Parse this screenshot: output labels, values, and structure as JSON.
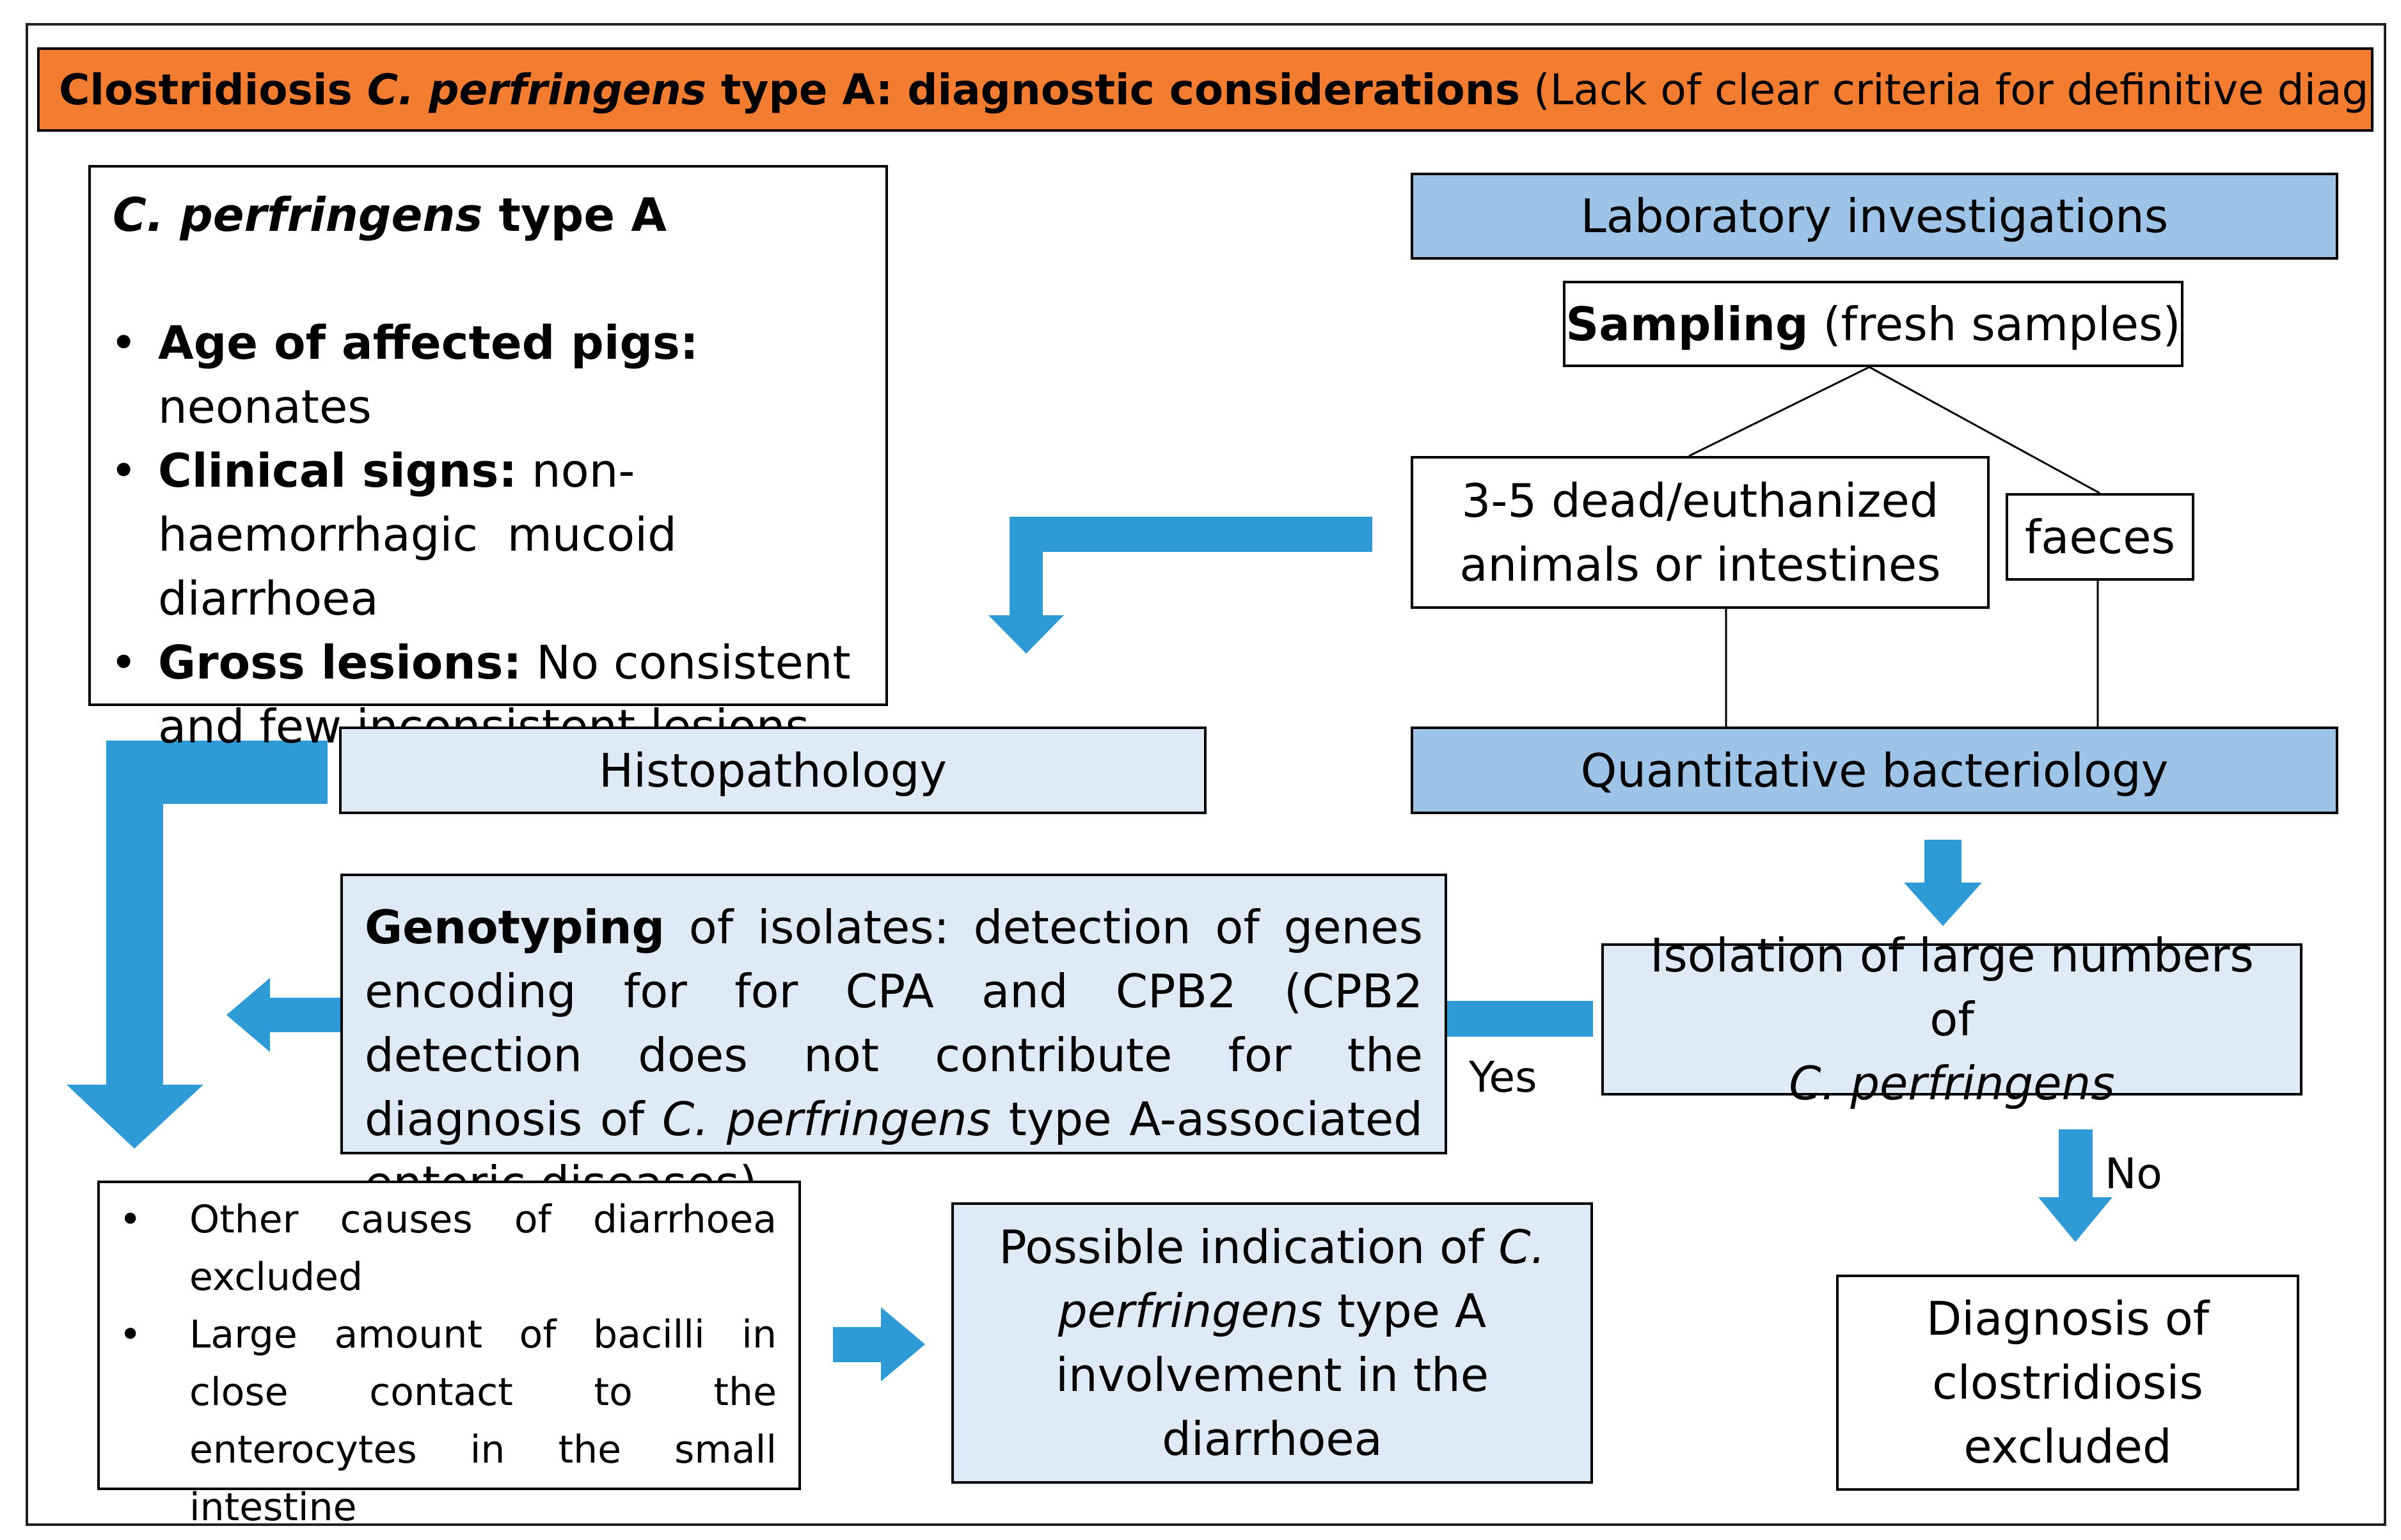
{
  "title": {
    "prefix": "Clostridiosis ",
    "organism": "C. perfringens",
    "middle": " type A: diagnostic considerations",
    "note": " (Lack of clear criteria for definitive diagnosis)"
  },
  "criteria_box": {
    "heading_organism": "C. perfringens",
    "heading_rest": " type A",
    "items": [
      {
        "label": "Age of affected pigs:",
        "text": " neonates"
      },
      {
        "label": "Clinical signs:",
        "text": " non-haemorrhagic  mucoid diarrhoea"
      },
      {
        "label": "Gross lesions:",
        "text": " No consistent and few inconsistent lesions"
      }
    ]
  },
  "lab_header": "Laboratory investigations",
  "sampling": {
    "label": "Sampling",
    "text": " (fresh samples)"
  },
  "sample_animals": "3-5 dead/euthanized animals or intestines",
  "sample_faeces": "faeces",
  "histopathology": "Histopathology",
  "quant_bacteriology": "Quantitative bacteriology",
  "genotyping": {
    "label": "Genotyping",
    "text": " of isolates: detection of genes encoding for for CPA and CPB2 (CPB2 detection does not contribute for the diagnosis of ",
    "organism": "C. perfringens",
    "rest": " type A-associated enteric diseases)"
  },
  "isolation": {
    "text": "Isolation of large numbers of ",
    "organism": "C. perfringens"
  },
  "yes_label": "Yes",
  "no_label": "No",
  "findings": [
    "Other causes of diarrhoea excluded",
    "Large amount of bacilli in close contact to the enterocytes in the small intestine"
  ],
  "possible_indication": {
    "pre": "Possible indication of ",
    "organism": "C. perfringens",
    "post": " type A involvement in the diarrhoea"
  },
  "excluded": "Diagnosis of clostridiosis excluded",
  "colors": {
    "title_bg": "#f27c2f",
    "box_blue": "#9dc3e6",
    "box_light_blue": "#deebf7",
    "arrow_blue": "#2e9bd6"
  }
}
